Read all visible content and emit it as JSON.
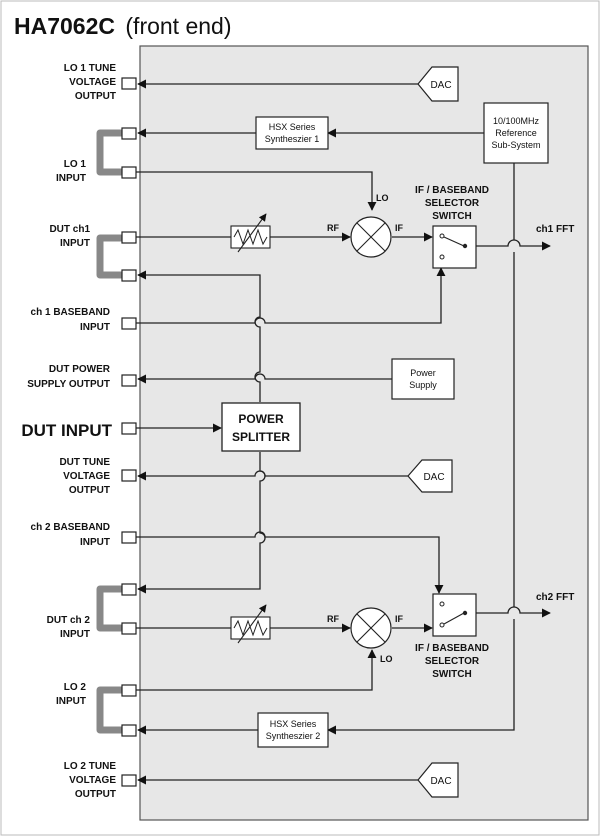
{
  "title": {
    "main": "HA7062C",
    "sub": "(front end)"
  },
  "left_labels": {
    "lo1_tune": [
      "LO 1 TUNE",
      "VOLTAGE",
      "OUTPUT"
    ],
    "lo1_input": [
      "LO 1",
      "INPUT"
    ],
    "dut_ch1": [
      "DUT ch1",
      "INPUT"
    ],
    "ch1_baseband": [
      "ch 1 BASEBAND",
      "INPUT"
    ],
    "dut_power": [
      "DUT POWER",
      "SUPPLY OUTPUT"
    ],
    "dut_input": "DUT INPUT",
    "dut_tune": [
      "DUT TUNE",
      "VOLTAGE",
      "OUTPUT"
    ],
    "ch2_baseband": [
      "ch 2 BASEBAND",
      "INPUT"
    ],
    "dut_ch2": [
      "DUT ch 2",
      "INPUT"
    ],
    "lo2_input": [
      "LO 2",
      "INPUT"
    ],
    "lo2_tune": [
      "LO 2 TUNE",
      "VOLTAGE",
      "OUTPUT"
    ]
  },
  "blocks": {
    "dac": "DAC",
    "hsx1": [
      "HSX Series",
      "Syntheszier 1"
    ],
    "hsx2": [
      "HSX Series",
      "Syntheszier 2"
    ],
    "reference": [
      "10/100MHz",
      "Reference",
      "Sub-System"
    ],
    "power_supply": [
      "Power",
      "Supply"
    ],
    "power_splitter": [
      "POWER",
      "SPLITTER"
    ],
    "switch1": [
      "IF / BASEBAND",
      "SELECTOR",
      "SWITCH"
    ],
    "switch2": [
      "IF / BASEBAND",
      "SELECTOR",
      "SWITCH"
    ]
  },
  "signal_labels": {
    "lo": "LO",
    "rf": "RF",
    "if": "IF"
  },
  "outputs": {
    "ch1": "ch1  FFT",
    "ch2": "ch2  FFT"
  }
}
